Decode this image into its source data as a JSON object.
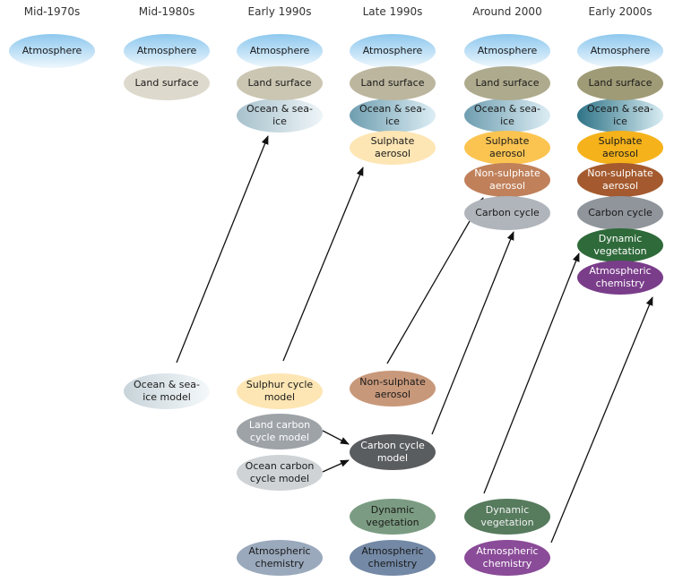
{
  "columns": {
    "c1": "Mid-1970s",
    "c2": "Mid-1980s",
    "c3": "Early 1990s",
    "c4": "Late 1990s",
    "c5": "Around 2000",
    "c6": "Early 2000s"
  },
  "stacks": {
    "c1": {
      "atmosphere": "Atmosphere"
    },
    "c2": {
      "atmosphere": "Atmosphere",
      "land": "Land surface"
    },
    "c3": {
      "atmosphere": "Atmosphere",
      "land": "Land surface",
      "ocean": "Ocean & sea-ice"
    },
    "c4": {
      "atmosphere": "Atmosphere",
      "land": "Land surface",
      "ocean": "Ocean & sea-ice",
      "sulphate": "Sulphate aerosol"
    },
    "c5": {
      "atmosphere": "Atmosphere",
      "land": "Land surface",
      "ocean": "Ocean & sea-ice",
      "sulphate": "Sulphate aerosol",
      "nonsulphate": "Non-sulphate aerosol",
      "carbon": "Carbon cycle"
    },
    "c6": {
      "atmosphere": "Atmosphere",
      "land": "Land surface",
      "ocean": "Ocean & sea-ice",
      "sulphate": "Sulphate aerosol",
      "nonsulphate": "Non-sulphate aerosol",
      "carbon": "Carbon cycle",
      "vegetation": "Dynamic vegetation",
      "chemistry": "Atmospheric chemistry"
    }
  },
  "models": {
    "ocean_seaice_model": "Ocean & sea-ice model",
    "sulphur_cycle_model": "Sulphur cycle model",
    "land_carbon_cycle_model": "Land carbon cycle model",
    "ocean_carbon_cycle_model": "Ocean carbon cycle model",
    "atmospheric_chemistry_1990s": "Atmospheric chemistry",
    "non_sulphate_aerosol": "Non-sulphate aerosol",
    "carbon_cycle_model": "Carbon cycle model",
    "dynamic_vegetation_1990s": "Dynamic vegetation",
    "atmospheric_chemistry_late1990s": "Atmospheric chemistry",
    "dynamic_vegetation_2000": "Dynamic vegetation",
    "atmospheric_chemistry_2000": "Atmospheric chemistry"
  },
  "colors": {
    "line": "#111111",
    "atmosphere": "#bfe0f5",
    "sulphate_light": "#fde6b4",
    "sulphate_strong": "#f5b21b",
    "nonsulphate": "#c0805a",
    "carbon": "#9da2a8",
    "carbon_model": "#5a5d60",
    "vegetation": "#2f6a3a",
    "chemistry": "#7a3d8a"
  }
}
